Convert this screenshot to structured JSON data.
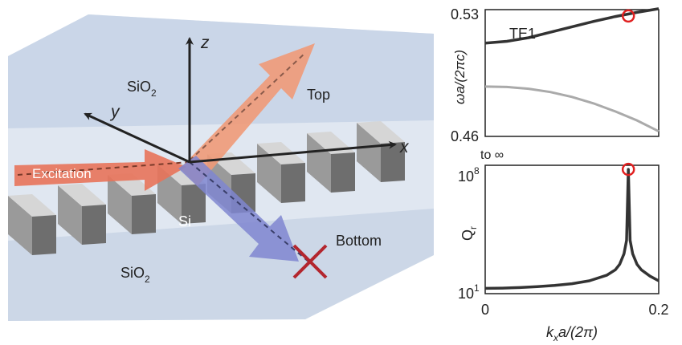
{
  "schematic": {
    "labels": {
      "z_axis": "z",
      "y_axis": "y",
      "x_axis": "x",
      "top_region_material": "SiO",
      "top_region_subscript": "2",
      "bottom_region_material": "SiO",
      "bottom_region_subscript": "2",
      "grating_material": "Si",
      "excitation": "Excitation",
      "top_beam": "Top",
      "bottom_beam": "Bottom"
    },
    "colors": {
      "cladding": "#c6d4e6",
      "grating_top": "#d6d6d6",
      "grating_side": "#6e6e6e",
      "top_beam": "#ef9a78",
      "excitation_beam": "#e8735a",
      "bottom_beam": "#7f86d0",
      "cross_mark": "#b3262e"
    }
  },
  "chart_data": [
    {
      "type": "line",
      "title": "",
      "xlabel": "",
      "ylabel": "ωa/(2πc)",
      "xlim": [
        0,
        0.2
      ],
      "ylim": [
        0.46,
        0.53
      ],
      "ytick_labels": [
        "0.53",
        "0.46"
      ],
      "series": [
        {
          "name": "TE1",
          "color": "#333333",
          "x": [
            0,
            0.025,
            0.05,
            0.075,
            0.1,
            0.125,
            0.15,
            0.175,
            0.2
          ],
          "values": [
            0.5115,
            0.5125,
            0.5145,
            0.5175,
            0.5205,
            0.5235,
            0.5262,
            0.5285,
            0.5305
          ]
        },
        {
          "name": "",
          "color": "#aaaaaa",
          "x": [
            0,
            0.025,
            0.05,
            0.075,
            0.1,
            0.125,
            0.15,
            0.175,
            0.2
          ],
          "values": [
            0.4875,
            0.4873,
            0.4863,
            0.4845,
            0.4818,
            0.4782,
            0.4738,
            0.4688,
            0.4628
          ]
        }
      ],
      "marker": {
        "x": 0.165,
        "y": 0.5265,
        "color": "#e02020"
      }
    },
    {
      "type": "line",
      "title": "",
      "xlabel": "kxa/(2π)",
      "ylabel": "Qr",
      "annotation": "to ∞",
      "log_scale": true,
      "xlim": [
        0,
        0.2
      ],
      "ylim": [
        10,
        100000000
      ],
      "ytick_labels": [
        {
          "base": "10",
          "exp": "8"
        },
        {
          "base": "10",
          "exp": "1"
        }
      ],
      "xtick_labels": [
        "0",
        "0.2"
      ],
      "xlabel_parts": {
        "k": "k",
        "sub": "x",
        "rest": "a/(2π)"
      },
      "ylabel_parts": {
        "main": "Q",
        "sub": "r"
      },
      "series": [
        {
          "name": "",
          "color": "#333333",
          "x": [
            0,
            0.02,
            0.04,
            0.06,
            0.08,
            0.1,
            0.12,
            0.14,
            0.15,
            0.155,
            0.16,
            0.163,
            0.165,
            0.167,
            0.17,
            0.175,
            0.18,
            0.19,
            0.2
          ],
          "values": [
            19.5,
            20,
            21.5,
            24,
            28,
            35,
            50,
            100,
            200,
            400,
            1500,
            8000,
            60000000,
            8000,
            1500,
            400,
            200,
            90,
            50
          ]
        }
      ],
      "marker": {
        "x": 0.165,
        "y": 60000000,
        "color": "#e02020"
      }
    }
  ]
}
